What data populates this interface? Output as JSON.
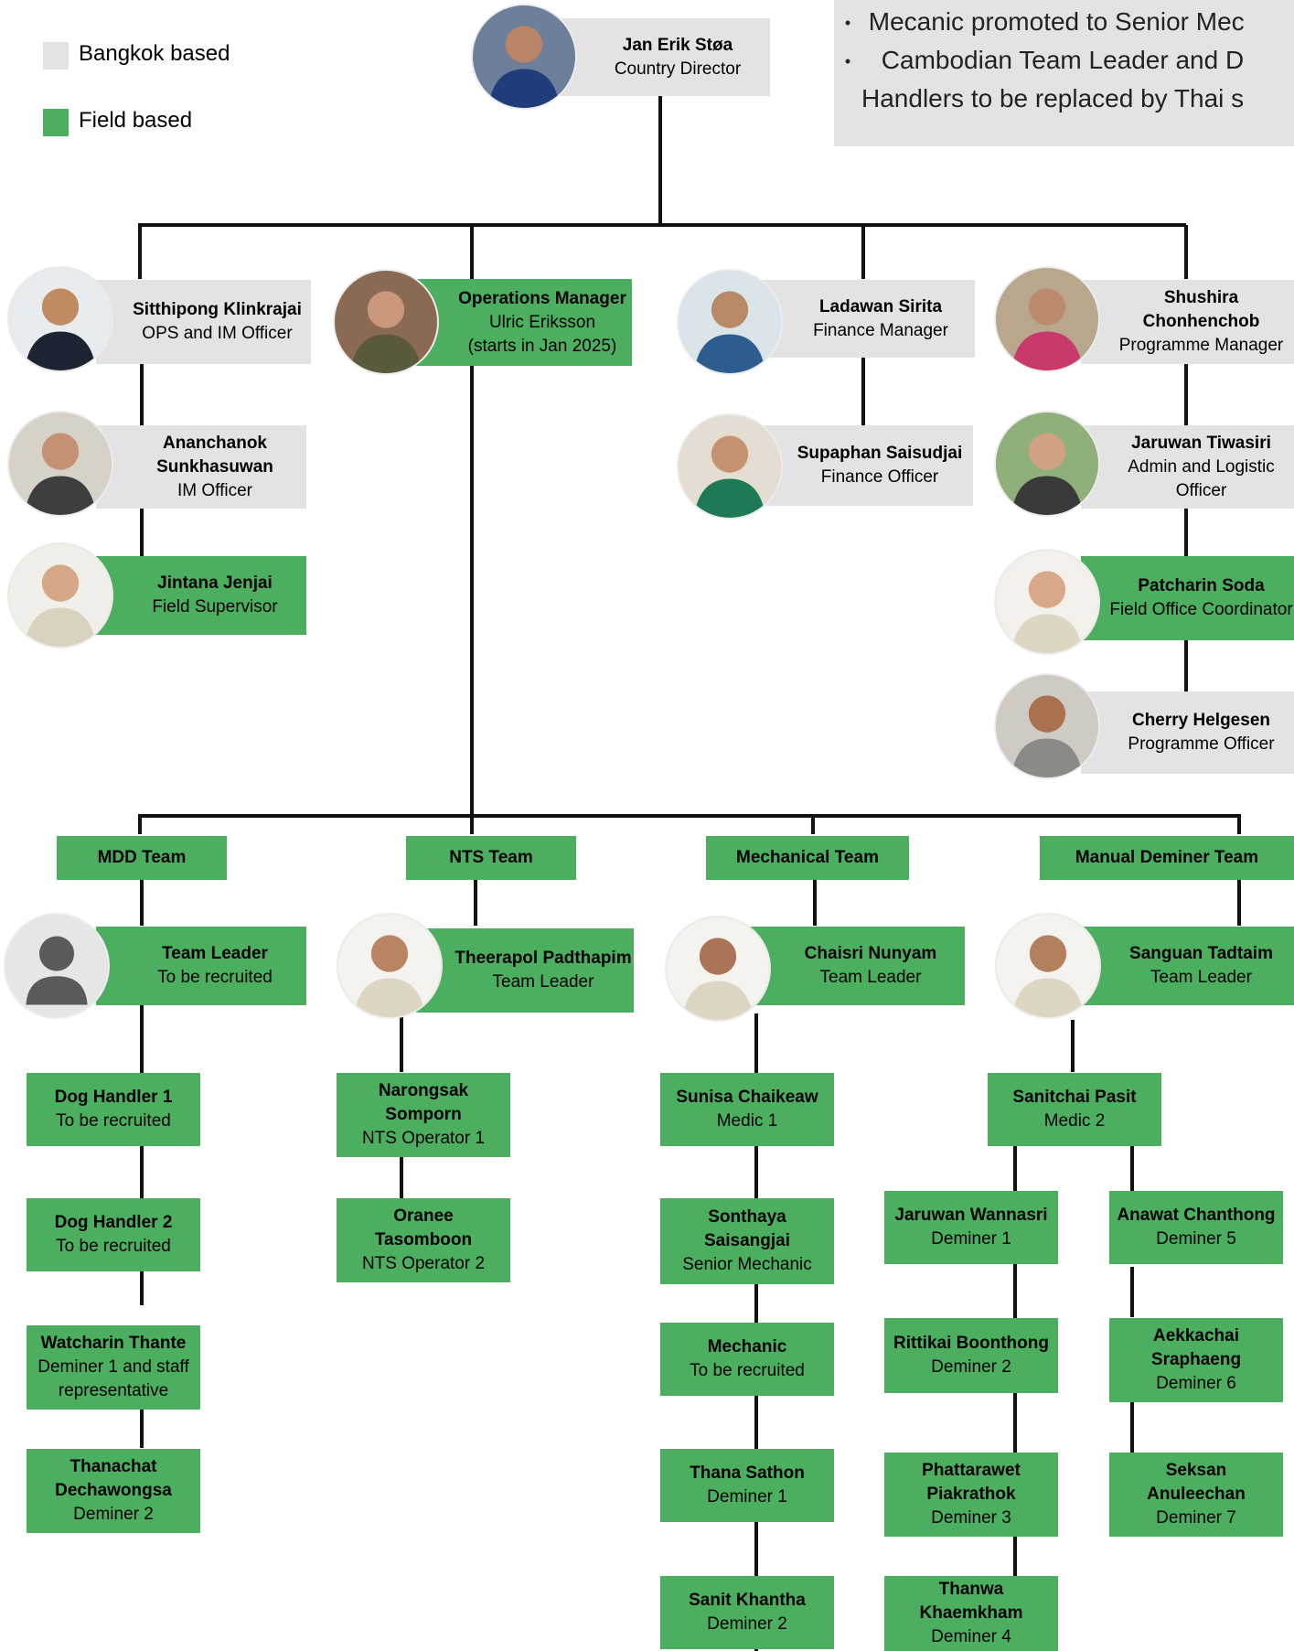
{
  "legend": [
    {
      "label": "Bangkok based",
      "color": "#e3e3e3"
    },
    {
      "label": "Field based",
      "color": "#4caf5f"
    }
  ],
  "notes": [
    {
      "text": "Mecanic promoted to Senior Mec"
    },
    {
      "text": "Cambodian Team Leader and D"
    },
    {
      "text": "Handlers to be replaced by Thai s"
    }
  ],
  "colors": {
    "bangkok": "#e3e3e3",
    "field": "#4caf5f",
    "line": "#111111"
  },
  "people": {
    "director": {
      "name": "Jan Erik Støa",
      "role": "Country Director"
    },
    "ops_im": {
      "name": "Sitthipong Klinkrajai",
      "role": "OPS and IM Officer"
    },
    "ops_mgr": {
      "name": "Operations Manager",
      "role": "Ulric Eriksson",
      "note": "(starts in Jan 2025)"
    },
    "finance_mgr": {
      "name": "Ladawan Sirita",
      "role": "Finance Manager"
    },
    "prog_mgr": {
      "name": "Shushira Chonhenchob",
      "role": "Programme Manager"
    },
    "im_officer": {
      "name": "Ananchanok Sunkhasuwan",
      "role": "IM Officer"
    },
    "finance_off": {
      "name": "Supaphan Saisudjai",
      "role": "Finance Officer"
    },
    "admin": {
      "name": "Jaruwan Tiwasiri",
      "role": "Admin and Logistic Officer"
    },
    "field_sup": {
      "name": "Jintana Jenjai",
      "role": "Field Supervisor"
    },
    "field_coord": {
      "name": "Patcharin Soda",
      "role": "Field Office Coordinator"
    },
    "prog_off": {
      "name": "Cherry Helgesen",
      "role": "Programme Officer"
    }
  },
  "teams": [
    {
      "label": "MDD Team"
    },
    {
      "label": "NTS Team"
    },
    {
      "label": "Mechanical Team"
    },
    {
      "label": "Manual Deminer Team"
    }
  ],
  "leaders": {
    "mdd": {
      "name": "Team Leader",
      "role": "To be recruited"
    },
    "nts": {
      "name": "Theerapol Padthapim",
      "role": "Team Leader"
    },
    "mech": {
      "name": "Chaisri Nunyam",
      "role": "Team Leader"
    },
    "manual": {
      "name": "Sanguan Tadtaim",
      "role": "Team Leader"
    }
  },
  "staff": {
    "dog1": {
      "name": "Dog Handler 1",
      "role": "To be recruited"
    },
    "dog2": {
      "name": "Dog Handler 2",
      "role": "To be recruited"
    },
    "watcharin": {
      "name": "Watcharin Thante",
      "role": "Deminer 1 and staff representative"
    },
    "thanachat": {
      "name": "Thanachat Dechawongsa",
      "role": "Deminer 2"
    },
    "narongsak": {
      "name": "Narongsak Somporn",
      "role": "NTS Operator 1"
    },
    "oranee": {
      "name": "Oranee Tasomboon",
      "role": "NTS Operator 2"
    },
    "sunisa": {
      "name": "Sunisa Chaikeaw",
      "role": "Medic 1"
    },
    "sonthaya": {
      "name": "Sonthaya Saisangjai",
      "role": "Senior Mechanic"
    },
    "mechanic": {
      "name": "Mechanic",
      "role": "To be recruited"
    },
    "thana": {
      "name": "Thana Sathon",
      "role": "Deminer 1"
    },
    "sanit": {
      "name": "Sanit Khantha",
      "role": "Deminer 2"
    },
    "sanitchai": {
      "name": "Sanitchai Pasit",
      "role": "Medic 2"
    },
    "jaruwanw": {
      "name": "Jaruwan Wannasri",
      "role": "Deminer 1"
    },
    "rittikai": {
      "name": "Rittikai Boonthong",
      "role": "Deminer 2"
    },
    "phattarawet": {
      "name": "Phattarawet Piakrathok",
      "role": "Deminer 3"
    },
    "thanwa": {
      "name": "Thanwa Khaemkham",
      "role": "Deminer 4"
    },
    "anawat": {
      "name": "Anawat Chanthong",
      "role": "Deminer 5"
    },
    "aekkachai": {
      "name": "Aekkachai Sraphaeng",
      "role": "Deminer 6"
    },
    "seksan": {
      "name": "Seksan Anuleechan",
      "role": "Deminer 7"
    }
  }
}
